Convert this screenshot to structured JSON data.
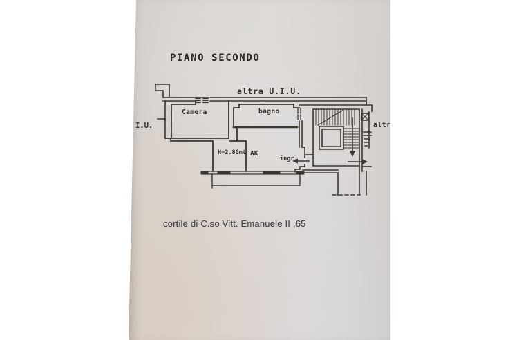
{
  "title": "PIANO SECONDO",
  "plan": {
    "unit_top": "altra U.I.U.",
    "unit_left": "I.U.",
    "unit_right": "altra",
    "rooms": {
      "camera": "Camera",
      "bagno": "bagno",
      "h_room": "H=2.80mt",
      "ak": "AK"
    },
    "entrance": "ingr."
  },
  "caption": "cortile di C.so Vitt. Emanuele II ,65",
  "colors": {
    "ink": "#3b3733",
    "paper": "#d8d4d1",
    "caption_ink": "#45454f",
    "page_background": "#ffffff"
  }
}
